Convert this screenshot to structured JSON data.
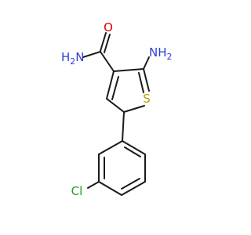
{
  "molecule": {
    "atoms": {
      "oxygen": {
        "text": "O",
        "color": "#e00000"
      },
      "amide_n": {
        "text": "H",
        "sub": "2",
        "tail": "N",
        "color": "#2f3fd6"
      },
      "amino_n": {
        "text": "NH",
        "sub": "2",
        "color": "#2f3fd6"
      },
      "sulfur": {
        "text": "S",
        "color": "#b8a000"
      },
      "chlorine": {
        "text": "Cl",
        "color": "#1fa01f"
      }
    },
    "bond_color": "#1a1a1a"
  }
}
